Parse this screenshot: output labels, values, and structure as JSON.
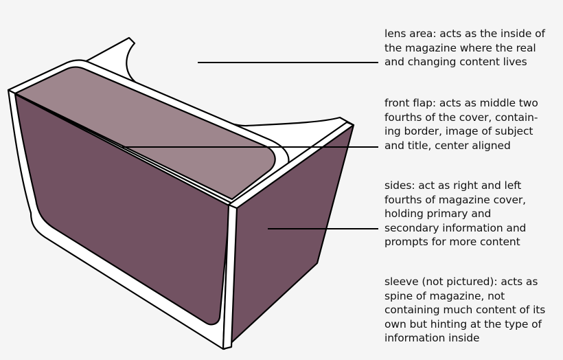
{
  "diagram": {
    "subject": "cardboard viewer box rendered as a magazine-cover metaphor",
    "colors": {
      "background": "#f5f5f5",
      "outline": "#000000",
      "rim": "#ffffff",
      "front_flap": "#9e868d",
      "sides": "#725262",
      "callout_line": "#000000"
    }
  },
  "annotations": [
    {
      "id": "lens-area",
      "term": "lens area",
      "lines": [
        "lens area: acts as the inside of",
        "the magazine where the real",
        "and changing content lives"
      ]
    },
    {
      "id": "front-flap",
      "term": "front flap",
      "lines": [
        "front flap: acts as middle two",
        "fourths of the cover, contain-",
        "ing border, image of subject",
        "and title, center aligned"
      ]
    },
    {
      "id": "sides",
      "term": "sides",
      "lines": [
        "sides: act as right and left",
        "fourths of magazine cover,",
        "holding primary and",
        "secondary information and",
        "prompts for more content"
      ]
    },
    {
      "id": "sleeve",
      "term": "sleeve",
      "lines": [
        "sleeve (not pictured): acts as",
        "spine of magazine, not",
        "containing much content of its",
        "own but hinting at the type of",
        "information inside"
      ]
    }
  ]
}
